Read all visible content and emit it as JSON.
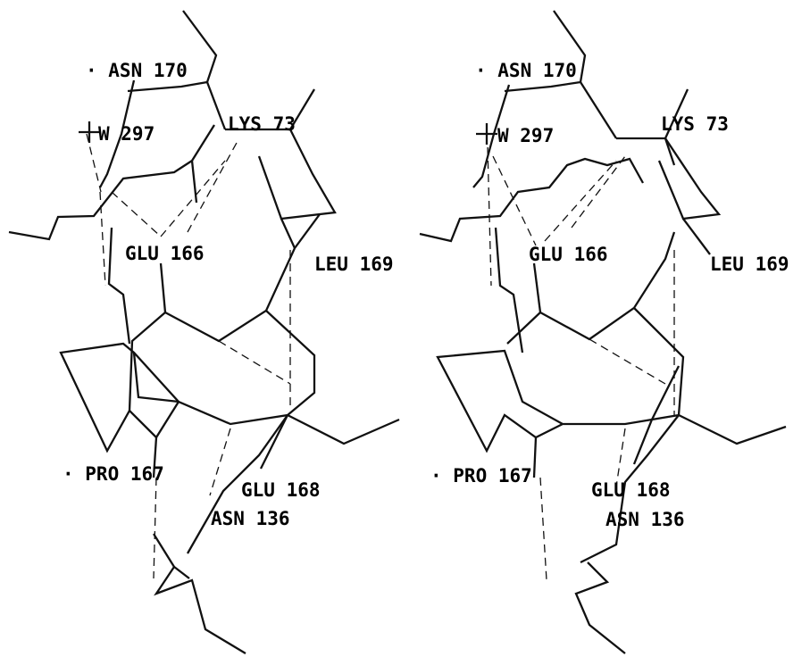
{
  "figure": {
    "left_view": {
      "labels": {
        "asn170": "· ASN 170",
        "w297": "W 297",
        "lys73": "LYS 73",
        "glu166": "GLU 166",
        "leu169": "LEU 169",
        "pro167": "· PRO 167",
        "glu168": "GLU 168",
        "asn136": "ASN 136"
      }
    },
    "right_view": {
      "labels": {
        "asn170": "· ASN 170",
        "w297": "W 297",
        "lys73": "LYS 73",
        "glu166": "GLU 166",
        "leu169": "LEU 169",
        "pro167": "· PRO 167",
        "glu168": "GLU 168",
        "asn136": "ASN 136"
      }
    },
    "colors": {
      "line": "#111111",
      "background": "#ffffff"
    }
  }
}
